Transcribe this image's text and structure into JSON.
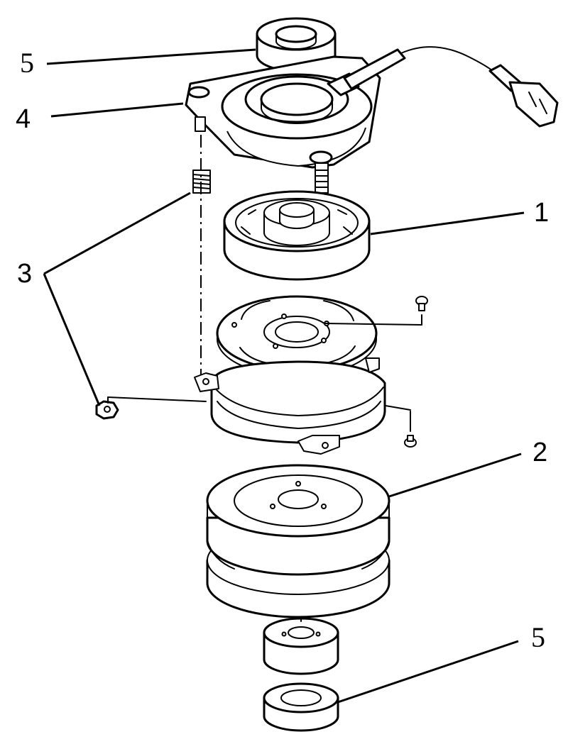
{
  "callouts": [
    {
      "id": "5-top",
      "label": "5"
    },
    {
      "id": "4",
      "label": "4"
    },
    {
      "id": "1",
      "label": "1"
    },
    {
      "id": "3",
      "label": "3"
    },
    {
      "id": "2",
      "label": "2"
    },
    {
      "id": "5-bottom",
      "label": "5"
    }
  ],
  "colors": {
    "ink": "#000000",
    "paper": "#ffffff"
  }
}
